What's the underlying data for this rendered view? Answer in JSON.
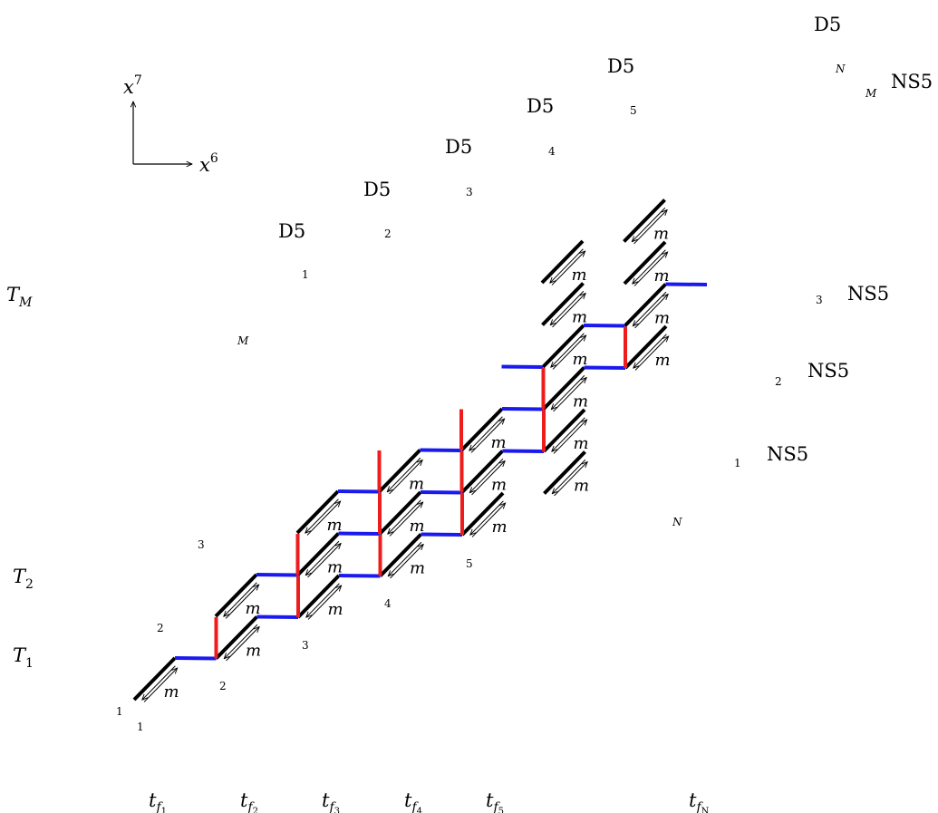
{
  "axes": {
    "horizontal": "x",
    "horizontal_sup": "6",
    "vertical": "x",
    "vertical_sup": "7"
  },
  "brane_labels": {
    "d5": "D5",
    "ns5": "NS5"
  },
  "edge_label": "m",
  "d5_top_indices": [
    "1",
    "2",
    "3",
    "4",
    "5",
    "N"
  ],
  "d5_bottom_indices": [
    "1",
    "2",
    "3",
    "4",
    "5",
    "N"
  ],
  "ns5_left_indices": [
    "1",
    "2",
    "3",
    "M"
  ],
  "ns5_right_indices": [
    "1",
    "2",
    "3",
    "M"
  ],
  "row_labels": {
    "t_m": {
      "base": "T",
      "sub": "M"
    },
    "t_2": {
      "base": "T",
      "sub": "2"
    },
    "t_1": {
      "base": "T",
      "sub": "1"
    }
  },
  "column_labels": [
    {
      "base": "t",
      "sub": "f",
      "subsub": "1"
    },
    {
      "base": "t",
      "sub": "f",
      "subsub": "2"
    },
    {
      "base": "t",
      "sub": "f",
      "subsub": "3"
    },
    {
      "base": "t",
      "sub": "f",
      "subsub": "4"
    },
    {
      "base": "t",
      "sub": "f",
      "subsub": "5"
    },
    {
      "base": "t",
      "sub": "f",
      "subsub": "N"
    }
  ],
  "colors": {
    "d5": "#ee1c1c",
    "ns5": "#1a1aee",
    "diagonal": "#000000"
  }
}
